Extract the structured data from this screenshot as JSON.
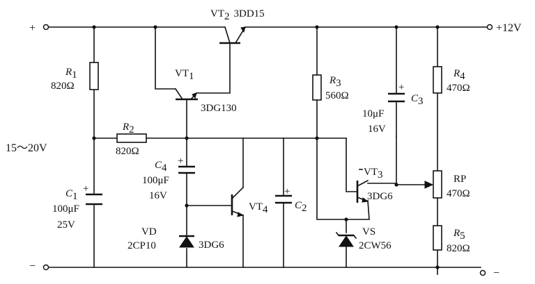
{
  "diagram": {
    "terminals": {
      "plus_in": "+",
      "minus_in": "−",
      "plus_out": "+12V",
      "minus_out": "−",
      "input_range": "15～20V"
    },
    "components": {
      "vt2": {
        "prefix": "VT",
        "sub": "2",
        "part": "3DD15"
      },
      "vt1": {
        "prefix": "VT",
        "sub": "1",
        "part": "3DG130"
      },
      "vt3": {
        "prefix": "VT",
        "sub": "3",
        "part": "3DG6"
      },
      "vt4": {
        "prefix": "VT",
        "sub": "4",
        "part": "3DG6"
      },
      "r1": {
        "prefix": "R",
        "sub": "1",
        "value": "820Ω"
      },
      "r2": {
        "prefix": "R",
        "sub": "2",
        "value": "820Ω"
      },
      "r3": {
        "prefix": "R",
        "sub": "3",
        "value": "560Ω"
      },
      "r4": {
        "prefix": "R",
        "sub": "4",
        "value": "470Ω"
      },
      "r5": {
        "prefix": "R",
        "sub": "5",
        "value": "820Ω"
      },
      "rp": {
        "name": "RP",
        "value": "470Ω"
      },
      "c1": {
        "prefix": "C",
        "sub": "1",
        "value": "100μF",
        "voltage": "25V"
      },
      "c2": {
        "prefix": "C",
        "sub": "2"
      },
      "c3": {
        "prefix": "C",
        "sub": "3",
        "value": "10μF",
        "voltage": "16V"
      },
      "c4": {
        "prefix": "C",
        "sub": "4",
        "value": "100μF",
        "voltage": "16V"
      },
      "vd": {
        "name": "VD",
        "part": "2CP10"
      },
      "vs": {
        "name": "VS",
        "part": "2CW56"
      },
      "polarity": "+"
    }
  }
}
